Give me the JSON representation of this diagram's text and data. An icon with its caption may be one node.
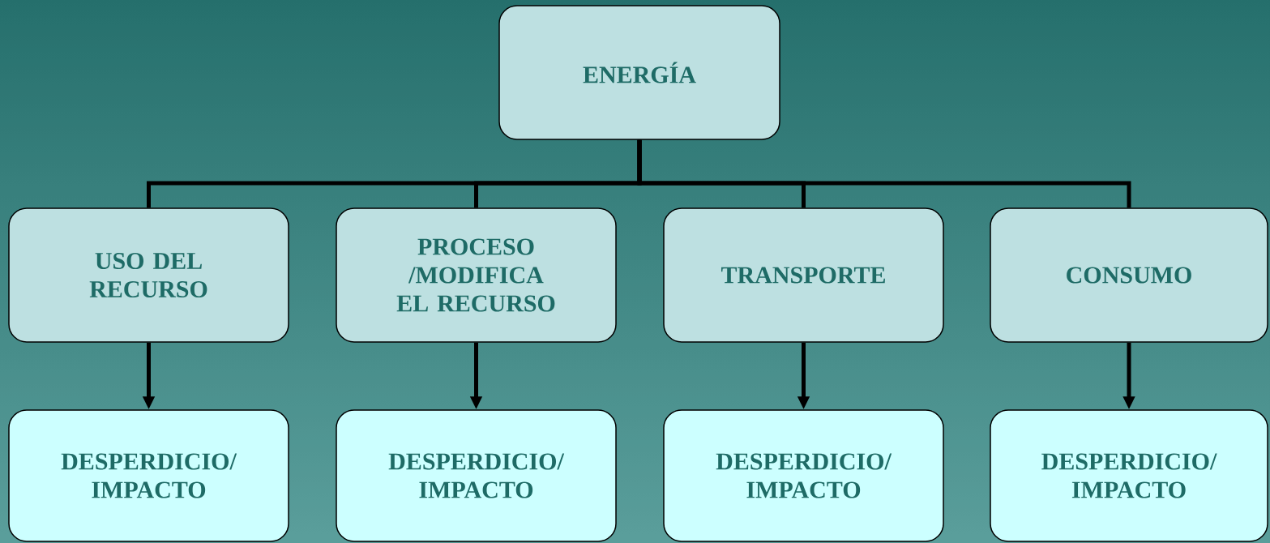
{
  "diagram": {
    "nodes": [
      {
        "text": [
          "ENERGÍA"
        ]
      },
      {
        "text": [
          "USO DEL RECURSO"
        ]
      },
      {
        "text": [
          "PROCESO /MODIFICA EL RECURSO"
        ]
      },
      {
        "text": [
          "TRANSPORTE"
        ]
      },
      {
        "text": [
          "CONSUMO"
        ]
      },
      {
        "text": [
          "DESPERDICIO/ IMPACTO"
        ]
      },
      {
        "text": [
          "DESPERDICIO/ IMPACTO"
        ]
      },
      {
        "text": [
          "DESPERDICIO/ IMPACTO"
        ]
      },
      {
        "text": [
          "DESPERDICIO/ IMPACTO"
        ]
      }
    ],
    "edges": [
      {
        "from": 0,
        "to": 1,
        "arrow": "none"
      },
      {
        "from": 0,
        "to": 2,
        "arrow": "none"
      },
      {
        "from": 0,
        "to": 3,
        "arrow": "none"
      },
      {
        "from": 0,
        "to": 4,
        "arrow": "none"
      },
      {
        "from": 1,
        "to": 5,
        "arrow": "to"
      },
      {
        "from": 2,
        "to": 6,
        "arrow": "to"
      },
      {
        "from": 3,
        "to": 7,
        "arrow": "to"
      },
      {
        "from": 4,
        "to": 8,
        "arrow": "to"
      }
    ]
  }
}
